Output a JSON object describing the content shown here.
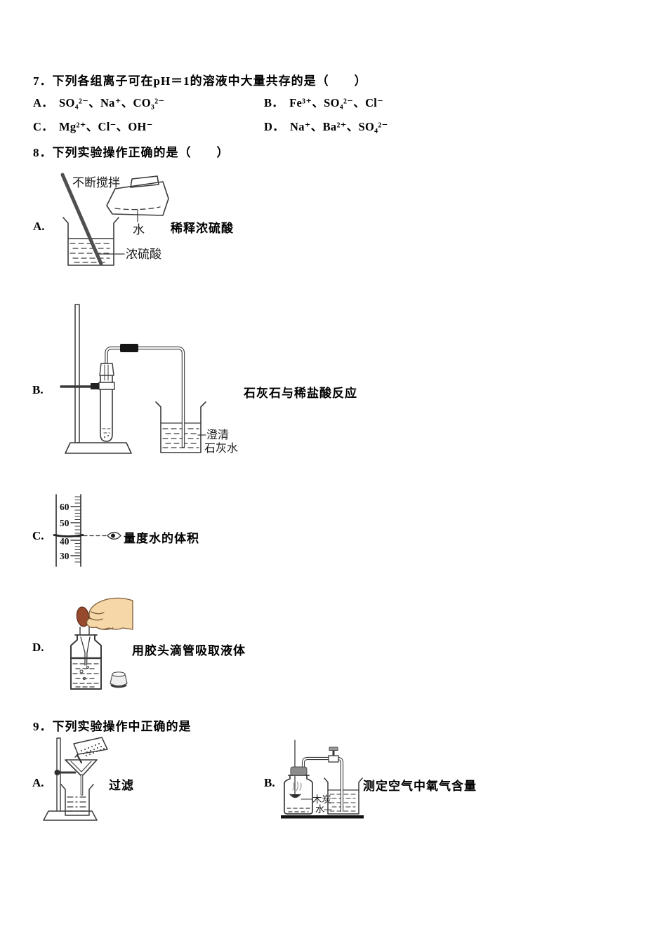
{
  "q7": {
    "number": "7．",
    "stem": "下列各组离子可在pH＝1的溶液中大量共存的是（　　）",
    "options": [
      {
        "label": "A．",
        "text": "SO₄²⁻、Na⁺、CO₃²⁻"
      },
      {
        "label": "B．",
        "text": "Fe³⁺、SO₄²⁻、Cl⁻"
      },
      {
        "label": "C．",
        "text": "Mg²⁺、Cl⁻、OH⁻"
      },
      {
        "label": "D．",
        "text": "Na⁺、Ba²⁺、SO₄²⁻"
      }
    ]
  },
  "q8": {
    "number": "8．",
    "stem": "下列实验操作正确的是（　　）",
    "options": [
      {
        "letter": "A.",
        "caption": "稀释浓硫酸",
        "labels": {
          "stir": "不断搅拌",
          "water": "水",
          "acid": "浓硫酸"
        }
      },
      {
        "letter": "B.",
        "caption": "石灰石与稀盐酸反应",
        "labels": {
          "lime1": "澄清",
          "lime2": "石灰水"
        }
      },
      {
        "letter": "C.",
        "caption": "量度水的体积",
        "labels": {
          "scale": [
            "60",
            "50",
            "40",
            "30"
          ]
        }
      },
      {
        "letter": "D.",
        "caption": "用胶头滴管吸取液体",
        "labels": {}
      }
    ]
  },
  "q9": {
    "number": "9．",
    "stem": "下列实验操作中正确的是",
    "options": [
      {
        "letter": "A.",
        "caption": "过滤",
        "labels": {}
      },
      {
        "letter": "B.",
        "caption": "测定空气中氧气含量",
        "labels": {
          "charcoal": "木炭",
          "water": "水"
        }
      }
    ]
  }
}
